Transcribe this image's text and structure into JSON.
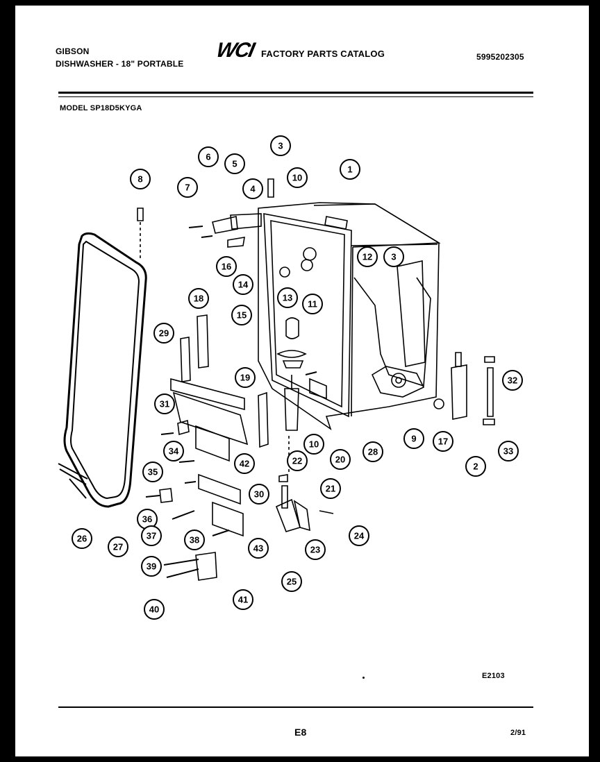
{
  "header": {
    "brand": "GIBSON",
    "product": "DISHWASHER - 18\" PORTABLE",
    "logo": "WCI",
    "catalog": "FACTORY PARTS CATALOG",
    "catalog_number": "5995202305",
    "model": "MODEL SP18D5KYGA"
  },
  "diagram": {
    "code": "E2103",
    "callouts": [
      "1",
      "2",
      "3",
      "3",
      "4",
      "5",
      "6",
      "7",
      "8",
      "9",
      "10",
      "10",
      "11",
      "12",
      "13",
      "14",
      "15",
      "16",
      "17",
      "18",
      "19",
      "20",
      "21",
      "22",
      "23",
      "24",
      "25",
      "26",
      "27",
      "28",
      "29",
      "30",
      "31",
      "32",
      "33",
      "34",
      "35",
      "36",
      "37",
      "38",
      "39",
      "40",
      "41",
      "42",
      "43",
      "44"
    ]
  },
  "footer": {
    "page": "E8",
    "date": "2/91"
  }
}
